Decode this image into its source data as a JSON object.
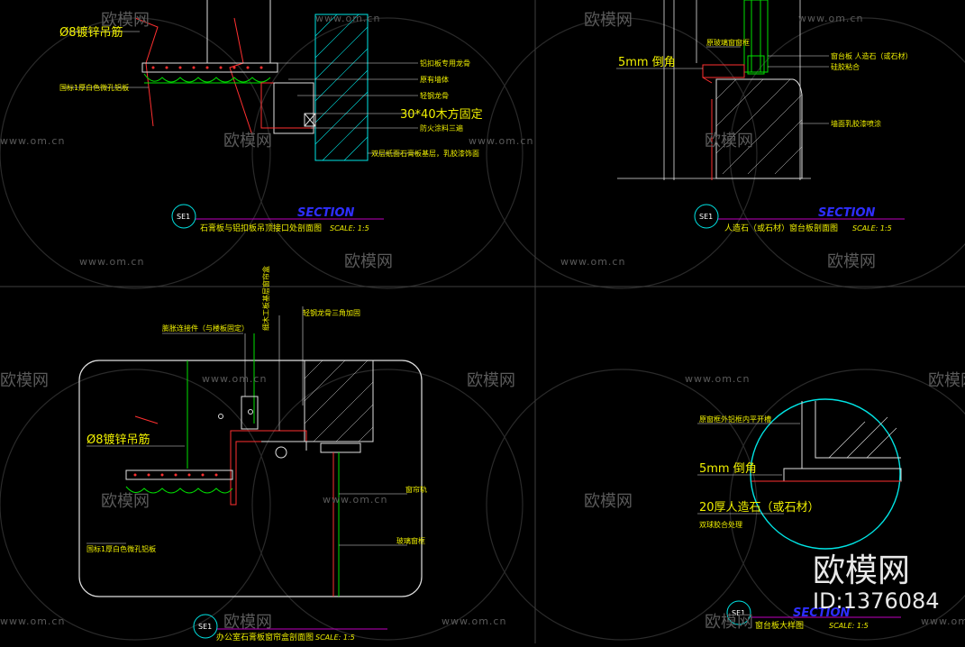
{
  "watermark": {
    "text": "欧模网",
    "url": "www.om.cn",
    "brand": "欧模网",
    "id": "ID:1376084"
  },
  "panels": [
    {
      "key": "tl",
      "section": "SECTION",
      "badge": "SE1",
      "title": "石膏板与铝扣板吊顶接口处剖面图",
      "scale": "SCALE: 1:5",
      "labels": [
        "Ø8镀锌吊筋",
        "国标1厚白色微孔铝板",
        "铝扣板专用龙骨",
        "原有墙体",
        "轻钢龙骨",
        "30*40木方固定",
        "防火涂料三遍",
        "双层纸面石膏板基层，乳胶漆饰面"
      ]
    },
    {
      "key": "tr",
      "section": "SECTION",
      "badge": "SE1",
      "title": "人造石（或石材）窗台板剖面图",
      "scale": "SCALE: 1:5",
      "labels": [
        "5mm 倒角",
        "原玻璃窗窗框",
        "窗台板 人造石（或石材）",
        "硅胶粘合",
        "墙面乳胶漆喷涂"
      ]
    },
    {
      "key": "bl",
      "section": "",
      "badge": "SE1",
      "title": "办公室石膏板窗帘盒剖面图",
      "scale": "SCALE: 1:5",
      "labels": [
        "膨胀连接件（与楼板固定）",
        "细木工板基层窗帘盒",
        "轻钢龙骨三角加固",
        "Ø8镀锌吊筋",
        "国标1厚白色微孔铝板",
        "窗帘轨",
        "玻璃窗框"
      ]
    },
    {
      "key": "br",
      "section": "SECTION",
      "badge": "SE1",
      "title": "窗台板大样图",
      "scale": "SCALE: 1:5",
      "labels": [
        "原窗框外铝框内平开槽",
        "5mm 倒角",
        "20厚人造石（或石材）",
        "双球胶合处理"
      ]
    }
  ]
}
